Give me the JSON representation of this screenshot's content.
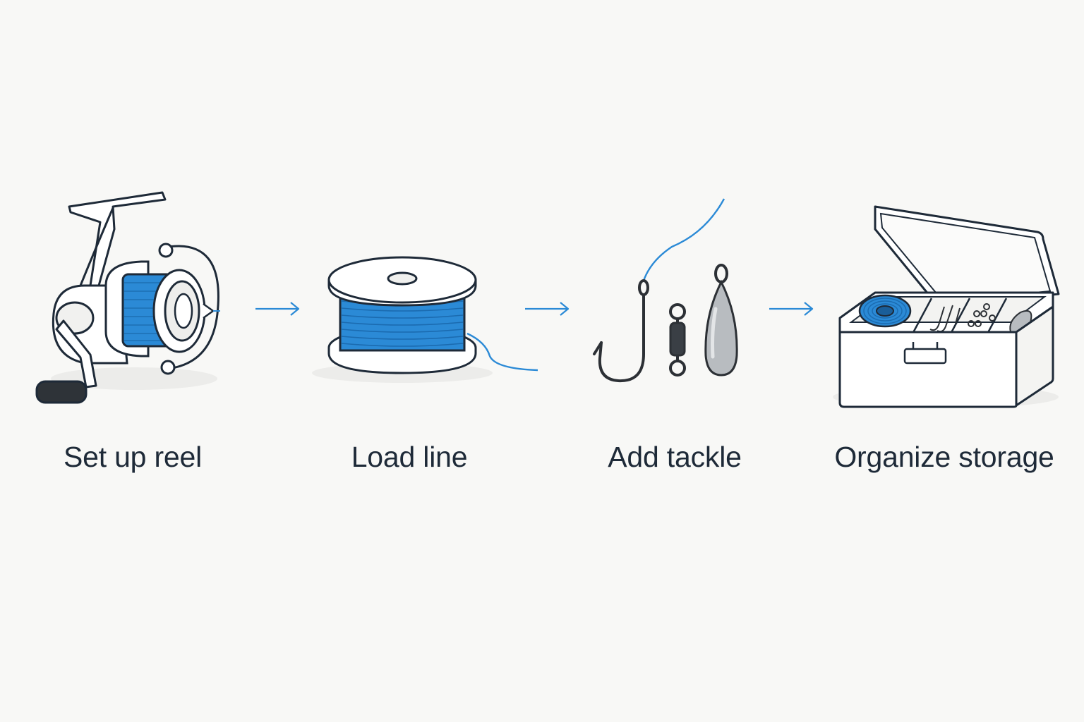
{
  "steps": [
    {
      "label": "Set up reel",
      "icon": "spinning-reel-icon"
    },
    {
      "label": "Load line",
      "icon": "line-spool-icon"
    },
    {
      "label": "Add tackle",
      "icon": "hook-swivel-sinker-icon"
    },
    {
      "label": "Organize storage",
      "icon": "tackle-box-icon"
    }
  ],
  "connectors": [
    "arrow-right-icon",
    "arrow-right-icon",
    "arrow-right-icon"
  ],
  "colors": {
    "background": "#f8f8f6",
    "accent": "#2b8ad6",
    "outline": "#1e2a38",
    "text": "#1e2a38"
  }
}
